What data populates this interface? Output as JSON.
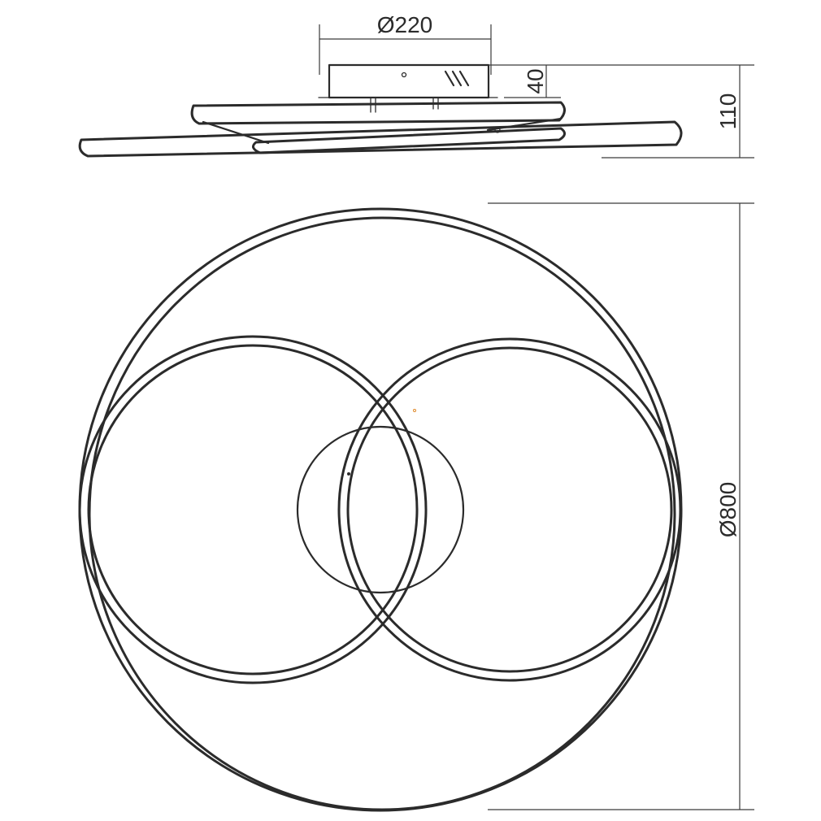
{
  "dimensions": {
    "canopy_diameter": "Ø220",
    "canopy_height": "40",
    "total_height": "110",
    "overall_diameter": "Ø800"
  },
  "colors": {
    "line": "#2b2b2b",
    "background": "#ffffff"
  }
}
